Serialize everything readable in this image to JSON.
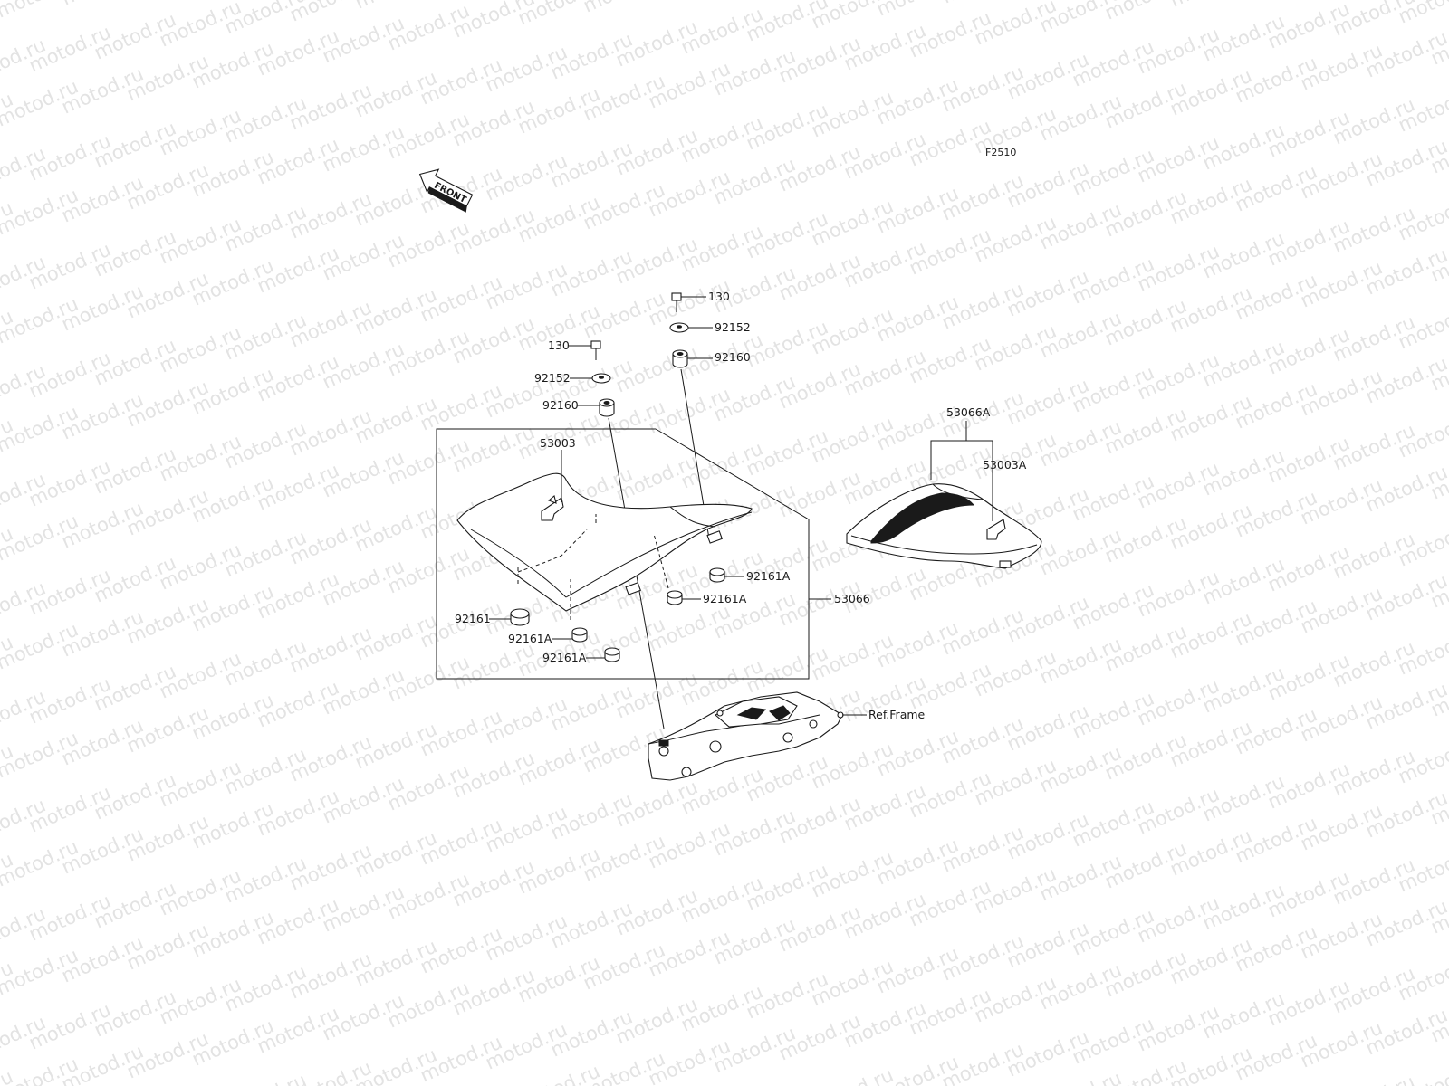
{
  "figure_code": "F2510",
  "watermark": "motod.ru",
  "front_badge": "FRONT",
  "labels": {
    "bolt_right": "130",
    "washer_right": "92152",
    "damper_right": "92160",
    "bolt_left": "130",
    "washer_left": "92152",
    "damper_left": "92160",
    "seat": "53003",
    "seat_assy": "53066",
    "damper_92161": "92161",
    "damper_a1": "92161A",
    "damper_a2": "92161A",
    "damper_a3": "92161A",
    "damper_a4": "92161A",
    "rear_cover_assy": "53066A",
    "rear_cover": "53003A",
    "ref_frame": "Ref.Frame"
  },
  "colors": {
    "line": "#1a1a1a",
    "watermark": "#e3e3e3",
    "background": "#ffffff"
  }
}
